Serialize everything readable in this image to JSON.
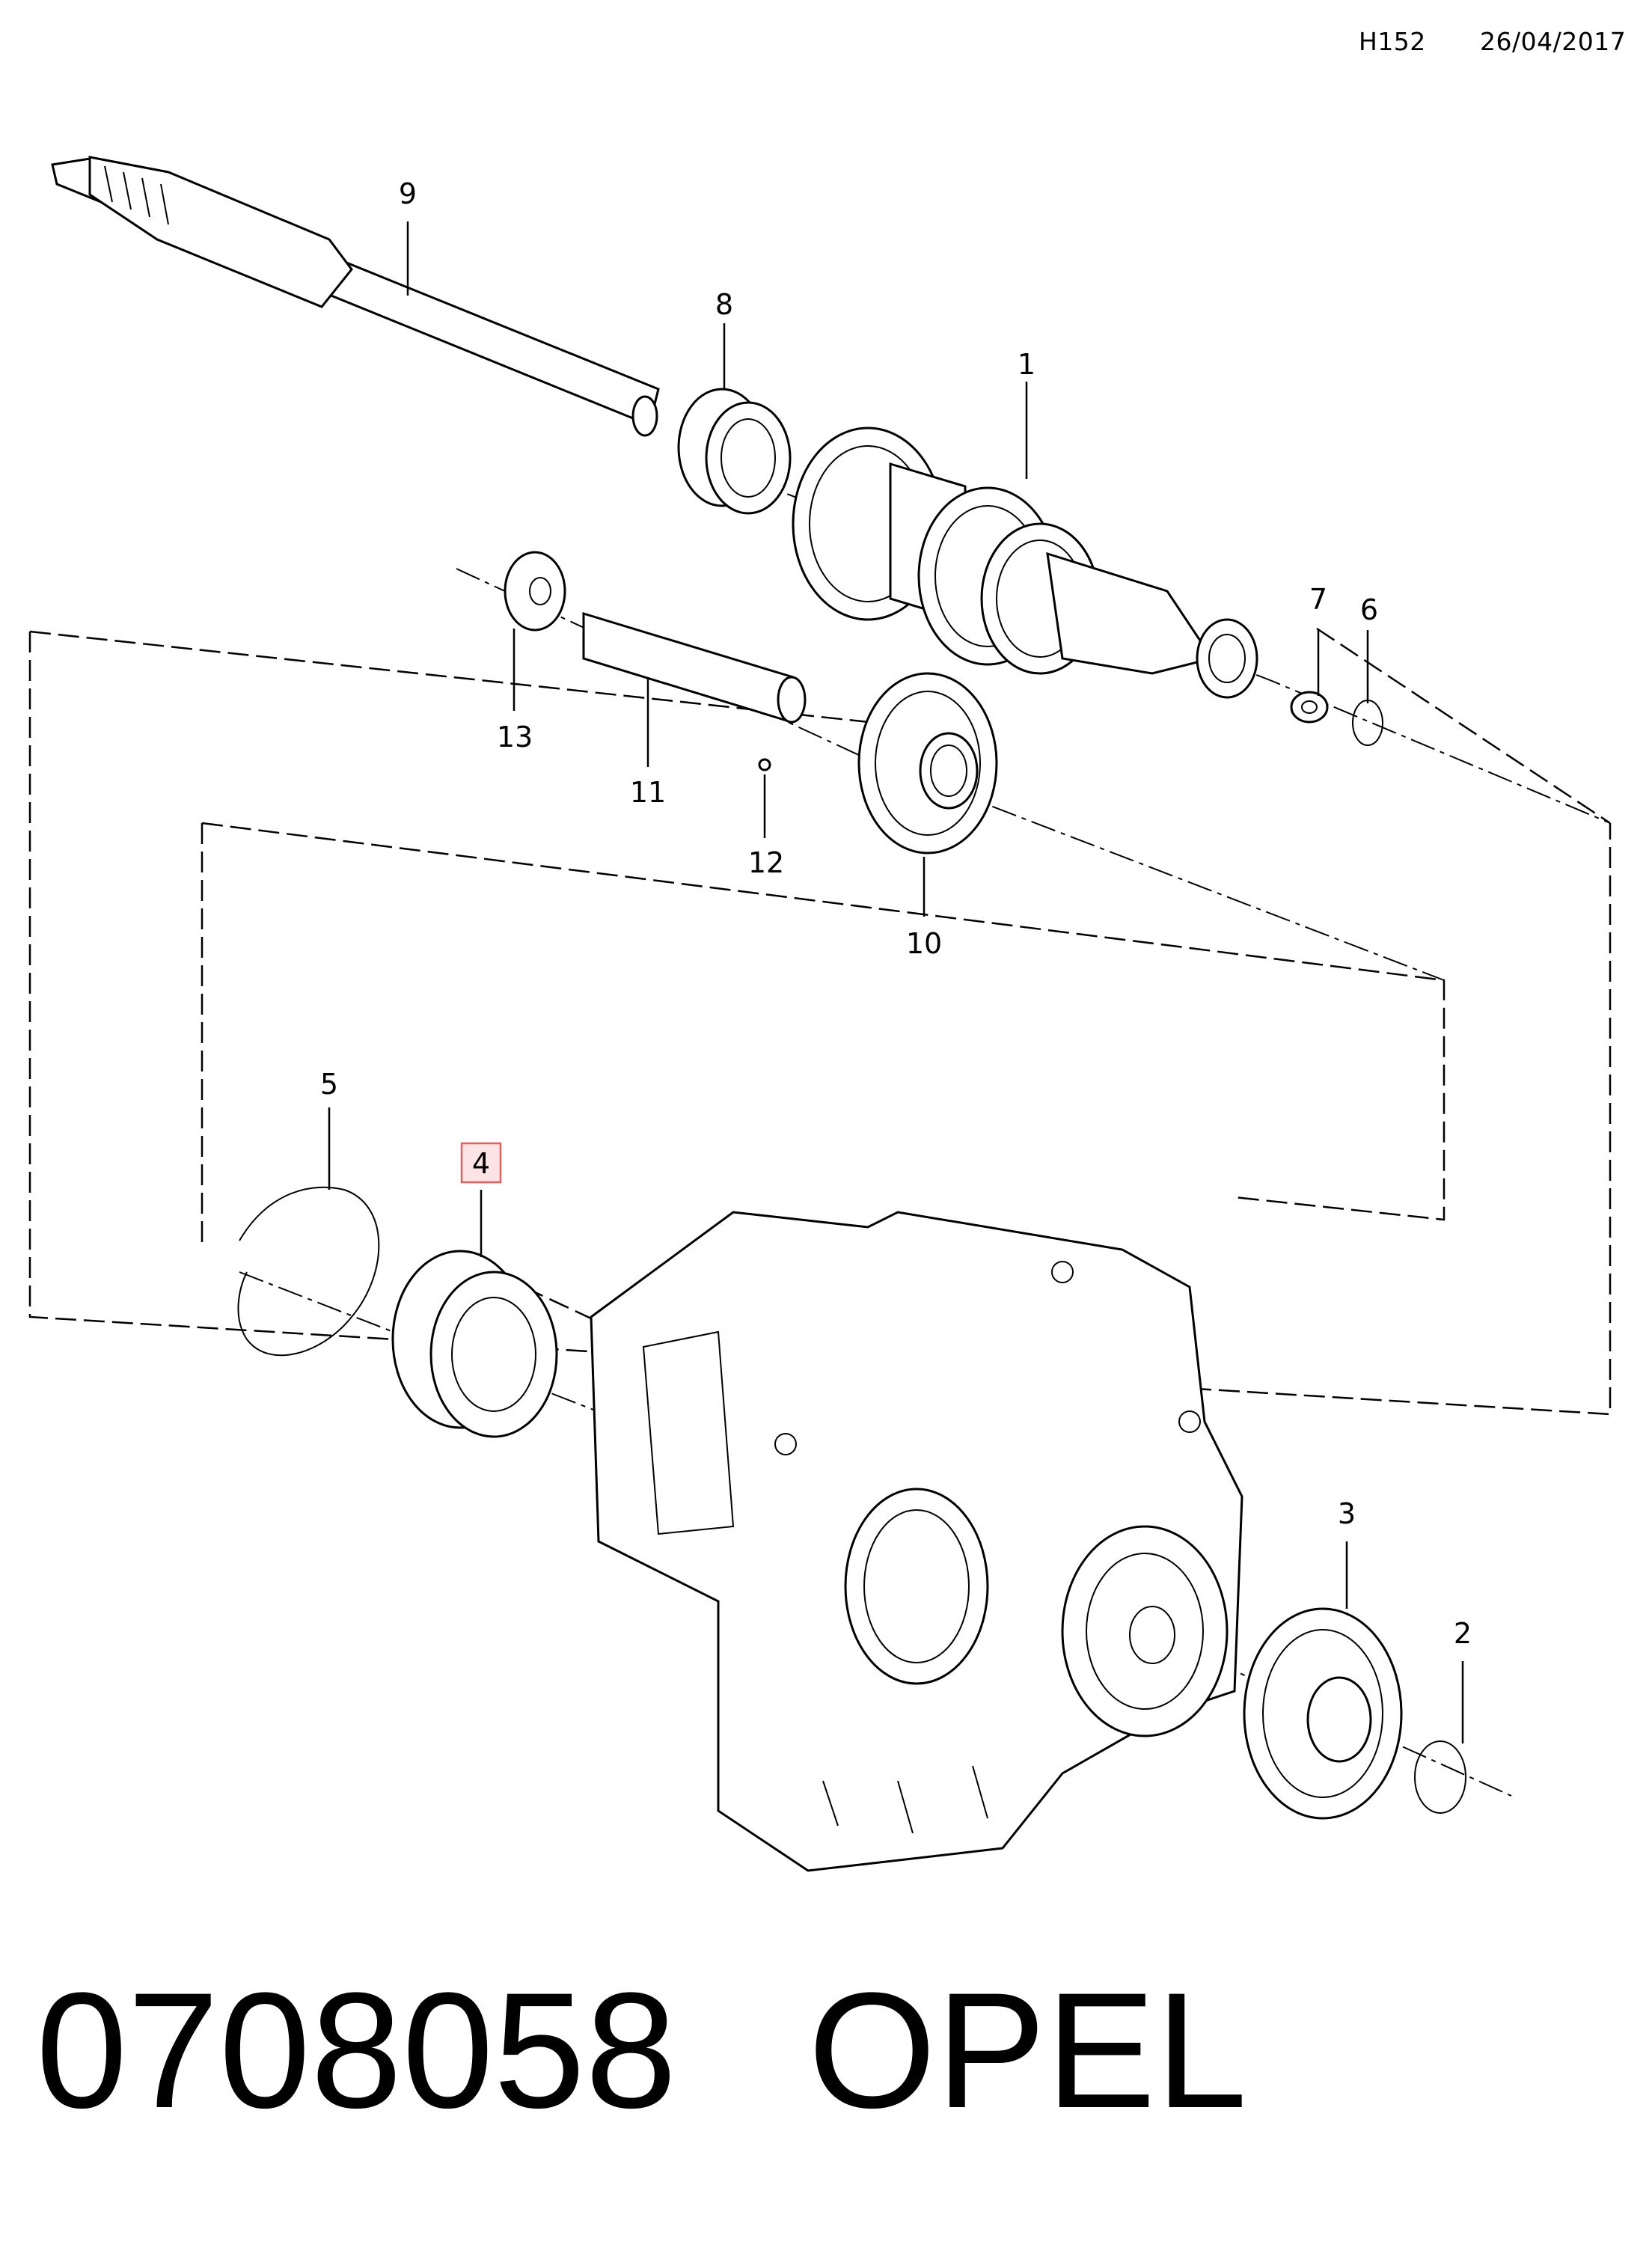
{
  "header": {
    "code": "H152",
    "date": "26/04/2017"
  },
  "callouts": [
    {
      "id": "1",
      "label": "1",
      "highlighted": false
    },
    {
      "id": "2",
      "label": "2",
      "highlighted": false
    },
    {
      "id": "3",
      "label": "3",
      "highlighted": false
    },
    {
      "id": "4",
      "label": "4",
      "highlighted": true
    },
    {
      "id": "5",
      "label": "5",
      "highlighted": false
    },
    {
      "id": "6",
      "label": "6",
      "highlighted": false
    },
    {
      "id": "7",
      "label": "7",
      "highlighted": false
    },
    {
      "id": "8",
      "label": "8",
      "highlighted": false
    },
    {
      "id": "9",
      "label": "9",
      "highlighted": false
    },
    {
      "id": "10",
      "label": "10",
      "highlighted": false
    },
    {
      "id": "11",
      "label": "11",
      "highlighted": false
    },
    {
      "id": "12",
      "label": "12",
      "highlighted": false
    },
    {
      "id": "13",
      "label": "13",
      "highlighted": false
    }
  ],
  "footer": {
    "part_number": "0708058",
    "brand": "OPEL"
  },
  "colors": {
    "highlight_fill": "#fde4e4",
    "highlight_stroke": "#e06060",
    "line": "#000000"
  }
}
